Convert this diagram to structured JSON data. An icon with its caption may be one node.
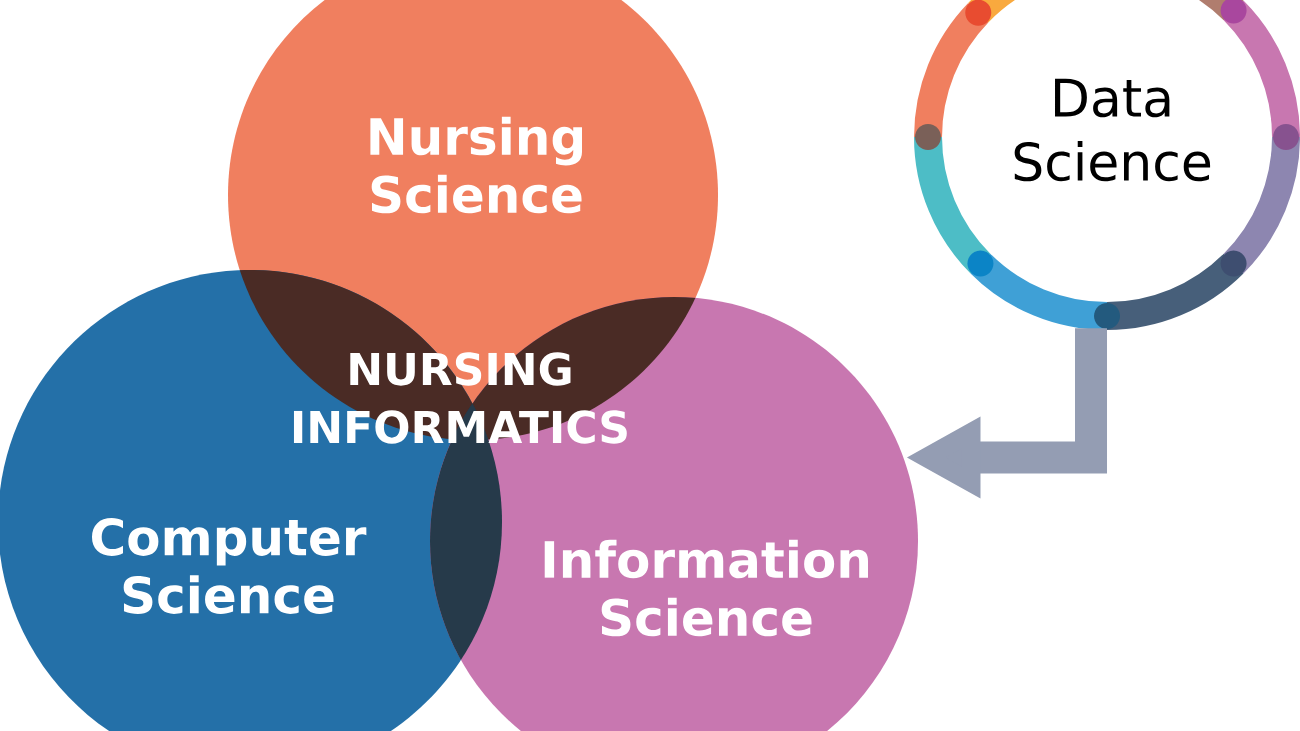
{
  "diagram": {
    "nodes": [
      {
        "text": [
          "Nursing Science"
        ]
      },
      {
        "text": [
          "Computer Science"
        ]
      },
      {
        "text": [
          "Information Science"
        ]
      },
      {
        "text": [
          "Data Science"
        ]
      }
    ],
    "edges": [
      {
        "from": 3,
        "to": 2,
        "arrow": "to",
        "color": "#949db3"
      }
    ],
    "labels": [
      "NURSING INFORMATICS"
    ]
  }
}
